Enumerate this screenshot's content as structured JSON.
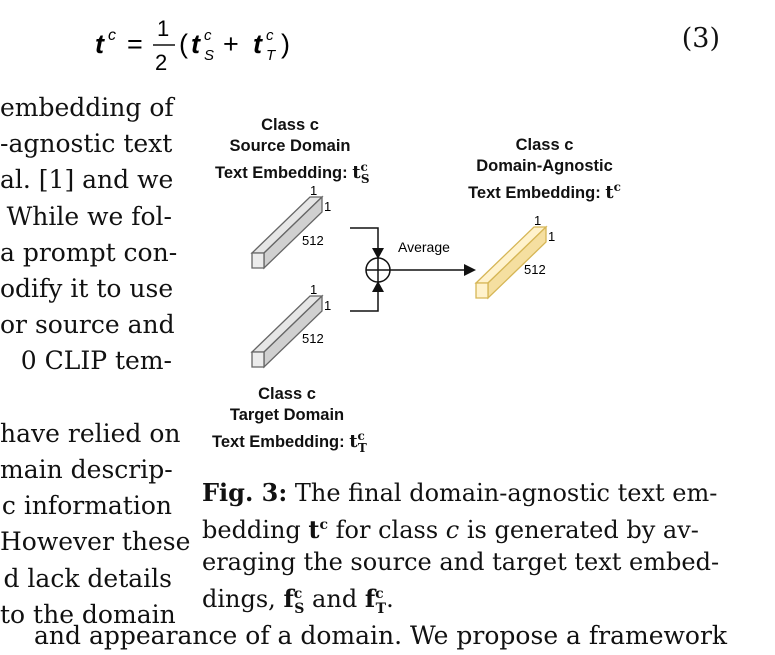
{
  "equation": {
    "lhs": "t",
    "lhs_sup": "c",
    "equals": "=",
    "frac_num": "1",
    "frac_den": "2",
    "open": "(",
    "term1": "t",
    "term1_sup": "c",
    "term1_sub": "S",
    "plus": "+",
    "term2": "t",
    "term2_sup": "c",
    "term2_sub": "T",
    "close": ")",
    "number": "(3)"
  },
  "left_column": {
    "lines": [
      "embedding of",
      "-agnostic text",
      "al. [1] and we",
      "While we fol-",
      "a prompt con-",
      "odify it to use",
      "or source and",
      "0 CLIP tem-",
      "",
      "have relied on",
      "main descrip-",
      "c information",
      "However these",
      "d lack details",
      "to the domain"
    ],
    "bottom_line": "and appearance of a domain. We propose a framework"
  },
  "figure": {
    "source_label": {
      "line1": "Class c",
      "line2": "Source Domain",
      "line3": "Text Embedding: ",
      "symbol": "t",
      "symbol_sup": "c",
      "symbol_sub": "S"
    },
    "target_label": {
      "line1": "Class c",
      "line2": "Target Domain",
      "line3": "Text Embedding: ",
      "symbol": "t",
      "symbol_sup": "c",
      "symbol_sub": "T"
    },
    "agnostic_label": {
      "line1": "Class c",
      "line2": "Domain-Agnostic",
      "line3": "Text Embedding: ",
      "symbol": "t",
      "symbol_sup": "c"
    },
    "dims": {
      "one": "1",
      "size": "512"
    },
    "operation": "Average",
    "colors": {
      "gray_fill": "#e6e6e6",
      "gray_stroke": "#666666",
      "gold_fill": "#fff2cc",
      "gold_stroke": "#d6b656"
    }
  },
  "caption": {
    "fig_label": "Fig. 3:",
    "text1": " The final domain-agnostic text em-",
    "text2a": "bedding ",
    "t_sym": "t",
    "t_sup": "c",
    "text2b": " for class ",
    "c_sym": "c",
    "text2c": " is generated by av-",
    "text3": "eraging the source and target text embed-",
    "text4a": "dings, ",
    "f_sym": "f",
    "f1_sup": "c",
    "f1_sub": "S",
    "and": " and ",
    "f2_sup": "c",
    "f2_sub": "T",
    "period": "."
  }
}
